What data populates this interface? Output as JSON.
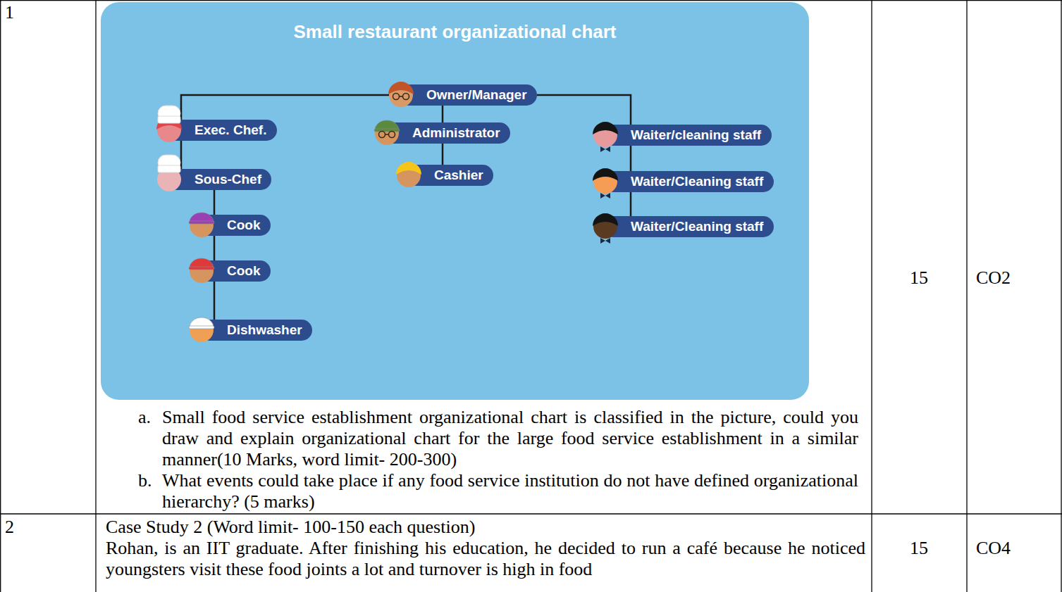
{
  "diagram": {
    "nodes": [
      {
        "text": [
          "Small restaurant organizational chart"
        ]
      },
      {
        "text": [
          "Owner/Manager"
        ],
        "in": 0
      },
      {
        "text": [
          "Exec. Chef."
        ],
        "in": 0
      },
      {
        "text": [
          "Sous-Chef"
        ],
        "in": 0
      },
      {
        "text": [
          "Cook"
        ],
        "in": 0
      },
      {
        "text": [
          "Cook"
        ],
        "in": 0
      },
      {
        "text": [
          "Dishwasher"
        ],
        "in": 0
      },
      {
        "text": [
          "Administrator"
        ],
        "in": 0
      },
      {
        "text": [
          "Cashier"
        ],
        "in": 0
      },
      {
        "text": [
          "Waiter/cleaning staff"
        ],
        "in": 0
      },
      {
        "text": [
          "Waiter/Cleaning staff"
        ],
        "in": 0
      },
      {
        "text": [
          "Waiter/Cleaning staff"
        ],
        "in": 0
      }
    ],
    "edges": [
      {
        "from": 1,
        "to": 2,
        "arrow": "none"
      },
      {
        "from": 1,
        "to": 7,
        "arrow": "none"
      },
      {
        "from": 1,
        "to": 9,
        "arrow": "none"
      },
      {
        "from": 2,
        "to": 3,
        "arrow": "none"
      },
      {
        "from": 3,
        "to": 4,
        "arrow": "none"
      },
      {
        "from": 4,
        "to": 5,
        "arrow": "none"
      },
      {
        "from": 5,
        "to": 6,
        "arrow": "none"
      },
      {
        "from": 7,
        "to": 8,
        "arrow": "none"
      },
      {
        "from": 9,
        "to": 10,
        "arrow": "none"
      },
      {
        "from": 10,
        "to": 11,
        "arrow": "none"
      }
    ],
    "labels": [
      "1",
      "15",
      "CO2",
      "a.",
      "Small food service establishment organizational chart is classified in the picture, could you draw and explain organizational chart for the large food service establishment in a similar manner(10 Marks, word limit- 200-300)",
      "b.",
      "What events could take place if any food service institution do not have defined organizational hierarchy? (5 marks)",
      "2",
      "Case Study 2 (Word limit- 100-150 each question)",
      "Rohan, is an IIT graduate. After finishing his education, he decided to run a café because he noticed youngsters visit these food joints a lot and turnover is high in food",
      "15",
      "CO4"
    ]
  }
}
